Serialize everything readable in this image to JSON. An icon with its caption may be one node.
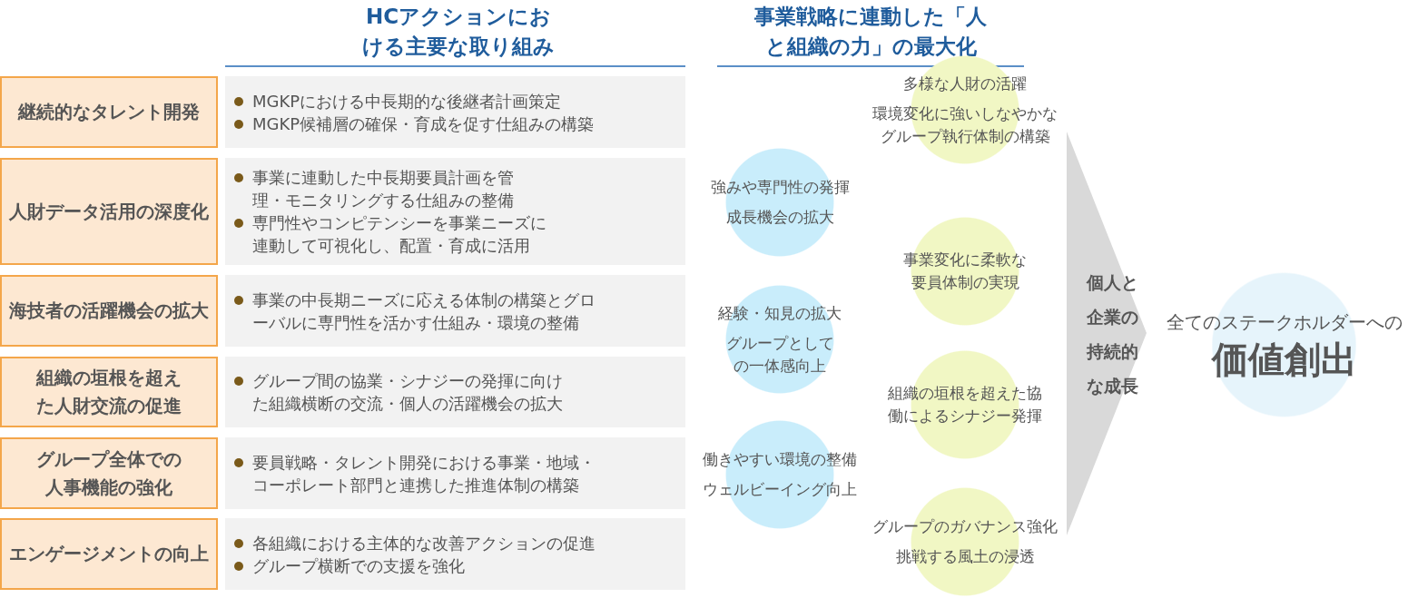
{
  "diagram": {
    "nodes": [
      {
        "text": [
          "継続的なタレント開発"
        ]
      },
      {
        "text": [
          "MGKPにおける中長期的な後継者計画策定",
          "MGKP候補層の確保・育成を促す仕組みの構築"
        ]
      },
      {
        "text": [
          "人財データ活用の深度化"
        ]
      },
      {
        "text": [
          "事業に連動した中長期要員計画を管理・モニタリングする仕組みの整備",
          "専門性やコンピテンシーを事業ニーズに連動して可視化し、配置・育成に活用"
        ]
      },
      {
        "text": [
          "海技者の活躍機会の拡大"
        ]
      },
      {
        "text": [
          "事業の中長期ニーズに応える体制の構築とグローバルに専門性を活かす仕組み・環境の整備"
        ]
      },
      {
        "text": [
          "組織の垣根を超えた人財交流の促進"
        ]
      },
      {
        "text": [
          "グループ間の協業・シナジーの発揮に向けた組織横断の交流・個人の活躍機会の拡大"
        ]
      },
      {
        "text": [
          "グループ全体での人事機能の強化"
        ]
      },
      {
        "text": [
          "要員戦略・タレント開発における事業・地域・コーポレート部門と連携した推進体制の構築"
        ]
      },
      {
        "text": [
          "エンゲージメントの向上"
        ]
      },
      {
        "text": [
          "各組織における主体的な改善アクションの促進",
          "グループ横断での支援を強化"
        ]
      },
      {
        "text": [
          "多様な人財の活躍",
          "環境変化に強いしなやかなグループ執行体制の構築"
        ]
      },
      {
        "text": [
          "強みや専門性の発揮",
          "成長機会の拡大"
        ]
      },
      {
        "text": [
          "事業変化に柔軟な要員体制の実現"
        ]
      },
      {
        "text": [
          "経験・知見の拡大",
          "グループとしての一体感向上"
        ]
      },
      {
        "text": [
          "組織の垣根を超えた協働によるシナジー発揮"
        ]
      },
      {
        "text": [
          "働きやすい環境の整備",
          "ウェルビーイング向上"
        ]
      },
      {
        "text": [
          "グループのガバナンス強化",
          "挑戦する風土の浸透"
        ]
      },
      {
        "text": [
          "個人と企業の持続的な成長"
        ]
      },
      {
        "text": [
          "全てのステークホルダーへの",
          "価値創出"
        ]
      }
    ],
    "labels": [
      "HCアクションにおける主要な取り組み",
      "事業戦略に連動した「人と組織の力」の最大化"
    ]
  }
}
